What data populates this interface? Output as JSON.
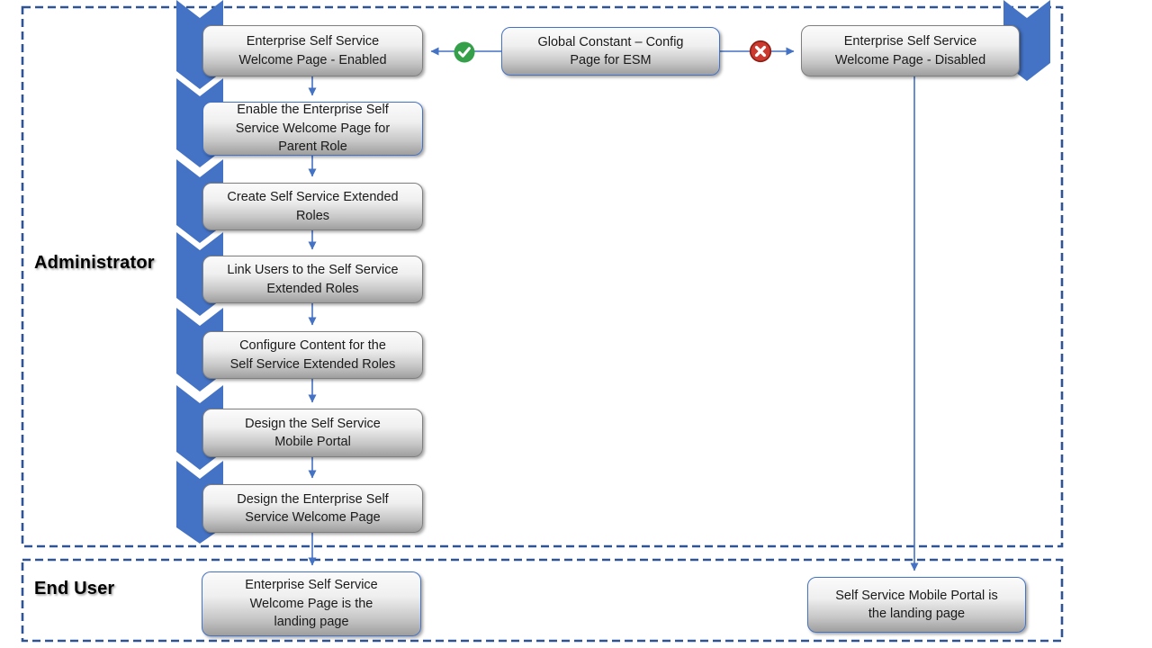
{
  "lanes": [
    {
      "label": "Administrator"
    },
    {
      "label": "End User"
    }
  ],
  "boxes": {
    "enabled": {
      "lines": [
        "Enterprise Self Service",
        "Welcome Page - Enabled"
      ]
    },
    "enable_parent": {
      "lines": [
        "Enable the Enterprise Self",
        "Service Welcome Page for",
        "Parent Role"
      ]
    },
    "create_roles": {
      "lines": [
        "Create Self Service Extended",
        "Roles"
      ]
    },
    "link_users": {
      "lines": [
        "Link Users to the Self Service",
        "Extended Roles"
      ]
    },
    "configure_content": {
      "lines": [
        "Configure Content for the",
        "Self Service Extended Roles"
      ]
    },
    "design_mobile": {
      "lines": [
        "Design the Self Service",
        "Mobile Portal"
      ]
    },
    "design_welcome": {
      "lines": [
        "Design the Enterprise Self",
        "Service Welcome Page"
      ]
    },
    "global_constant": {
      "lines": [
        "Global Constant – Config",
        "Page for ESM"
      ]
    },
    "disabled": {
      "lines": [
        "Enterprise Self Service",
        "Welcome Page - Disabled"
      ]
    },
    "welcome_landing": {
      "lines": [
        "Enterprise Self Service",
        "Welcome Page is the",
        "landing page"
      ]
    },
    "mobile_landing": {
      "lines": [
        "Self Service Mobile Portal is",
        "the landing page"
      ]
    }
  },
  "icons": {
    "enabled_branch": "check-circle-icon",
    "disabled_branch": "cross-circle-icon"
  },
  "colors": {
    "chevron_blue": "#4472C4",
    "lane_border": "#2F5496",
    "connector_blue": "#4472C4",
    "box_border_gray": "#7F7F7F",
    "box_border_blue": "#4472C4",
    "check_green": "#34A04A",
    "cross_red": "#CC392E",
    "cross_red_rim": "#8F1D14",
    "text": "#1A1A1A"
  }
}
